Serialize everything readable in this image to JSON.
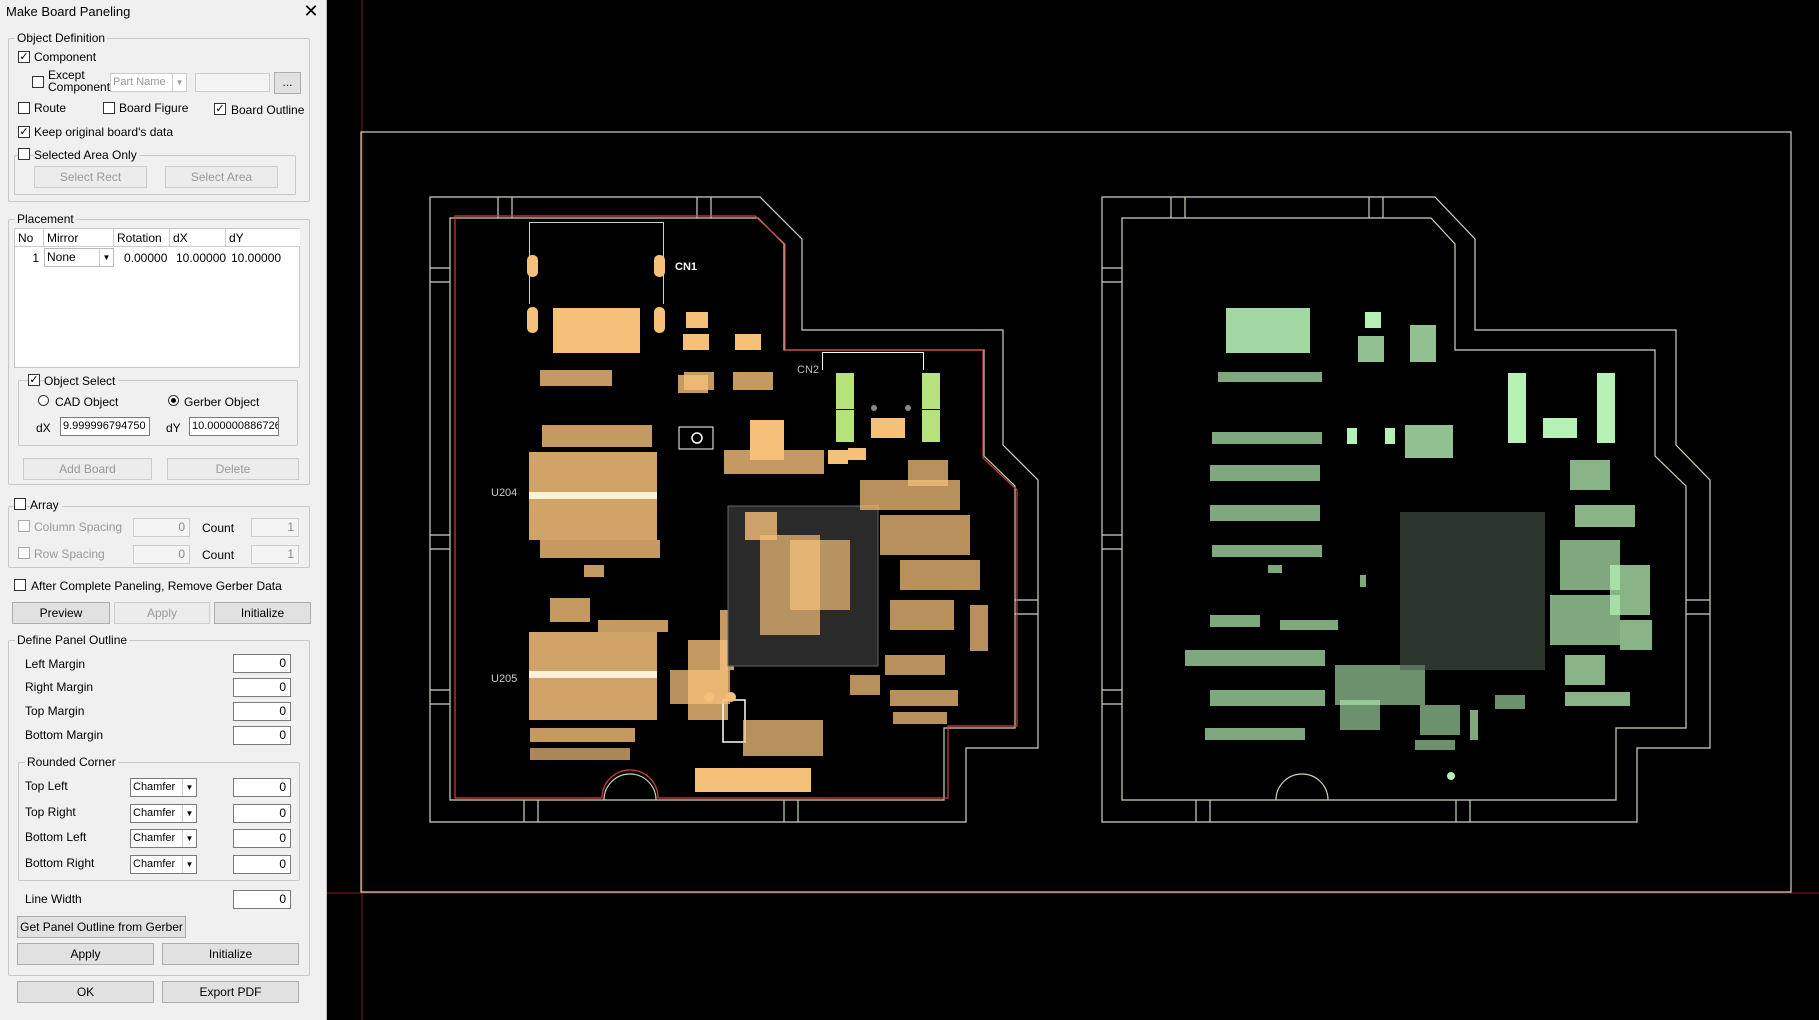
{
  "dialog": {
    "title": "Make Board Paneling",
    "object_definition": {
      "legend": "Object Definition",
      "component": {
        "label": "Component",
        "checked": true
      },
      "except_component": {
        "label_line1": "Except",
        "label_line2": "Component",
        "checked": false,
        "select_value": "Part Name",
        "input_value": "",
        "browse_label": "..."
      },
      "route": {
        "label": "Route",
        "checked": false
      },
      "board_figure": {
        "label": "Board Figure",
        "checked": false
      },
      "board_outline": {
        "label": "Board Outline",
        "checked": true
      },
      "keep_original": {
        "label": "Keep original board's data",
        "checked": true
      },
      "selected_area_only": {
        "label": "Selected Area Only",
        "checked": false
      },
      "select_rect_label": "Select Rect",
      "select_area_label": "Select Area"
    },
    "placement": {
      "legend": "Placement",
      "columns": [
        "No",
        "Mirror",
        "Rotation",
        "dX",
        "dY"
      ],
      "rows": [
        {
          "no": "1",
          "mirror": "None",
          "rotation": "0.00000",
          "dx": "10.00000",
          "dy": "10.00000"
        }
      ],
      "object_select": {
        "label": "Object Select",
        "checked": true
      },
      "cad_object": {
        "label": "CAD Object",
        "selected": false
      },
      "gerber_object": {
        "label": "Gerber Object",
        "selected": true
      },
      "dx_label": "dX",
      "dx_value": "9.999996794750",
      "dy_label": "dY",
      "dy_value": "10.000000886726",
      "add_board_label": "Add Board",
      "delete_label": "Delete"
    },
    "array": {
      "label": "Array",
      "checked": false,
      "column_spacing_label": "Column Spacing",
      "column_spacing_value": "0",
      "column_count_label": "Count",
      "column_count_value": "1",
      "row_spacing_label": "Row Spacing",
      "row_spacing_value": "0",
      "row_count_label": "Count",
      "row_count_value": "1"
    },
    "remove_gerber": {
      "label": "After Complete Paneling, Remove Gerber Data",
      "checked": false
    },
    "preview_label": "Preview",
    "apply_label": "Apply",
    "initialize_label": "Initialize",
    "panel_outline": {
      "legend": "Define Panel Outline",
      "left_margin_label": "Left Margin",
      "left_margin_value": "0",
      "right_margin_label": "Right Margin",
      "right_margin_value": "0",
      "top_margin_label": "Top Margin",
      "top_margin_value": "0",
      "bottom_margin_label": "Bottom Margin",
      "bottom_margin_value": "0",
      "rounded_corner": {
        "legend": "Rounded Corner",
        "top_left_label": "Top Left",
        "top_left_type": "Chamfer",
        "top_left_value": "0",
        "top_right_label": "Top Right",
        "top_right_type": "Chamfer",
        "top_right_value": "0",
        "bottom_left_label": "Bottom Left",
        "bottom_left_type": "Chamfer",
        "bottom_left_value": "0",
        "bottom_right_label": "Bottom Right",
        "bottom_right_type": "Chamfer",
        "bottom_right_value": "0"
      },
      "line_width_label": "Line Width",
      "line_width_value": "0",
      "get_outline_label": "Get Panel Outline from Gerber",
      "apply_label": "Apply",
      "initialize_label": "Initialize"
    },
    "ok_label": "OK",
    "export_pdf_label": "Export PDF"
  },
  "canvas": {
    "board1_labels": {
      "cn1": "CN1",
      "cn2": "CN2",
      "u204": "U204",
      "u205": "U205"
    },
    "colors": {
      "outline": "#c8d8c0",
      "board_edge": "#d04040",
      "pad_orange": "#f5c07a",
      "pad_green": "#b5f0b5",
      "guide": "#8a1a1a"
    }
  }
}
